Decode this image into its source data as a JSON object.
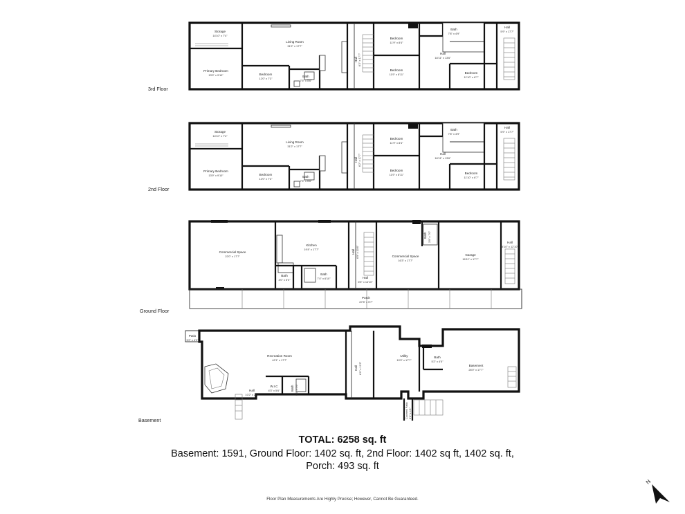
{
  "floors": [
    {
      "name": "3rd Floor",
      "rooms": [
        {
          "name": "Storage",
          "dims": "14'10\" x 7'4\""
        },
        {
          "name": "Living Room",
          "dims": "31'2\" x 17'7\""
        },
        {
          "name": "Primary Bedroom",
          "dims": "13'9\" x 9'10\""
        },
        {
          "name": "Bedroom",
          "dims": "12'0\" x 7'3\""
        },
        {
          "name": "Bath",
          "dims": "7'5\" x 5'6\""
        },
        {
          "name": "Hall",
          "dims": "6'2\" x 17'7\""
        },
        {
          "name": "Bedroom",
          "dims": "11'9\" x 8'4\""
        },
        {
          "name": "Bedroom",
          "dims": "11'9\" x 8'11\""
        },
        {
          "name": "Hall",
          "dims": "18'11\" x 13'6\""
        },
        {
          "name": "Bath",
          "dims": "7'8\" x 4'9\""
        },
        {
          "name": "Bedroom",
          "dims": "11'10\" x 6'7\""
        },
        {
          "name": "Hall",
          "dims": "5'9\" x 17'7\""
        }
      ]
    },
    {
      "name": "2nd Floor",
      "rooms": [
        {
          "name": "Storage",
          "dims": "14'10\" x 7'4\""
        },
        {
          "name": "Living Room",
          "dims": "31'2\" x 17'7\""
        },
        {
          "name": "Primary Bedroom",
          "dims": "13'9\" x 9'10\""
        },
        {
          "name": "Bedroom",
          "dims": "12'0\" x 7'3\""
        },
        {
          "name": "Bath",
          "dims": "7'5\" x 5'6\""
        },
        {
          "name": "Hall",
          "dims": "6'2\" x 17'7\""
        },
        {
          "name": "Bedroom",
          "dims": "11'9\" x 8'4\""
        },
        {
          "name": "Bedroom",
          "dims": "11'9\" x 8'11\""
        },
        {
          "name": "Hall",
          "dims": "18'11\" x 13'6\""
        },
        {
          "name": "Bath",
          "dims": "7'8\" x 4'9\""
        },
        {
          "name": "Bedroom",
          "dims": "11'10\" x 6'7\""
        },
        {
          "name": "Hall",
          "dims": "5'9\" x 17'7\""
        }
      ]
    },
    {
      "name": "Ground Floor",
      "rooms": [
        {
          "name": "Commercial Space",
          "dims": "22'0\" x 17'7\""
        },
        {
          "name": "Kitchen",
          "dims": "19'4\" x 17'7\""
        },
        {
          "name": "Bath",
          "dims": "4'0\" x 5'0\""
        },
        {
          "name": "Bath",
          "dims": "7'4\" x 6'10\""
        },
        {
          "name": "Hall",
          "dims": "6'9\" x 10'8\""
        },
        {
          "name": "Hall",
          "dims": "6'5\" x 14'10\""
        },
        {
          "name": "Commercial Space",
          "dims": "16'3\" x 17'7\""
        },
        {
          "name": "Bath",
          "dims": "3'9\" x 7'0\""
        },
        {
          "name": "Garage",
          "dims": "16'11\" x 17'7\""
        },
        {
          "name": "Hall",
          "dims": "4'10\" x 12'10\""
        },
        {
          "name": "Porch",
          "dims": "87'8\" x 5'7\""
        }
      ]
    },
    {
      "name": "Basement",
      "rooms": [
        {
          "name": "Patio",
          "dims": "5'2\" x 4'9\""
        },
        {
          "name": "Recreation Room",
          "dims": "42'1\" x 17'7\""
        },
        {
          "name": "Hall",
          "dims": "6'0\" x 12'2\""
        },
        {
          "name": "Utility",
          "dims": "10'9\" x 17'7\""
        },
        {
          "name": "Bath",
          "dims": "5'2\" x 4'5\""
        },
        {
          "name": "Basement",
          "dims": "26'0\" x 17'7\""
        },
        {
          "name": "W.I.C",
          "dims": "4'3\" x 5'6\""
        },
        {
          "name": "Bath",
          "dims": "5'8\" x 5'6\""
        },
        {
          "name": "Hall",
          "dims": "10'2\" x 2'3\""
        },
        {
          "name": "Covered Patio",
          "dims": "3'2\" x 4'1\""
        }
      ]
    }
  ],
  "summary": {
    "total": "TOTAL: 6258 sq. ft",
    "line1": "Basement: 1591, Ground Floor: 1402 sq. ft, 2nd Floor: 1402 sq ft, 1402 sq. ft,",
    "line2": "Porch: 493 sq. ft"
  },
  "disclaimer": "Floor Plan Measurements Are Highly Precise; However, Cannot Be Guaranteed.",
  "compass": {
    "label": "N",
    "icon": "north-arrow-icon"
  }
}
